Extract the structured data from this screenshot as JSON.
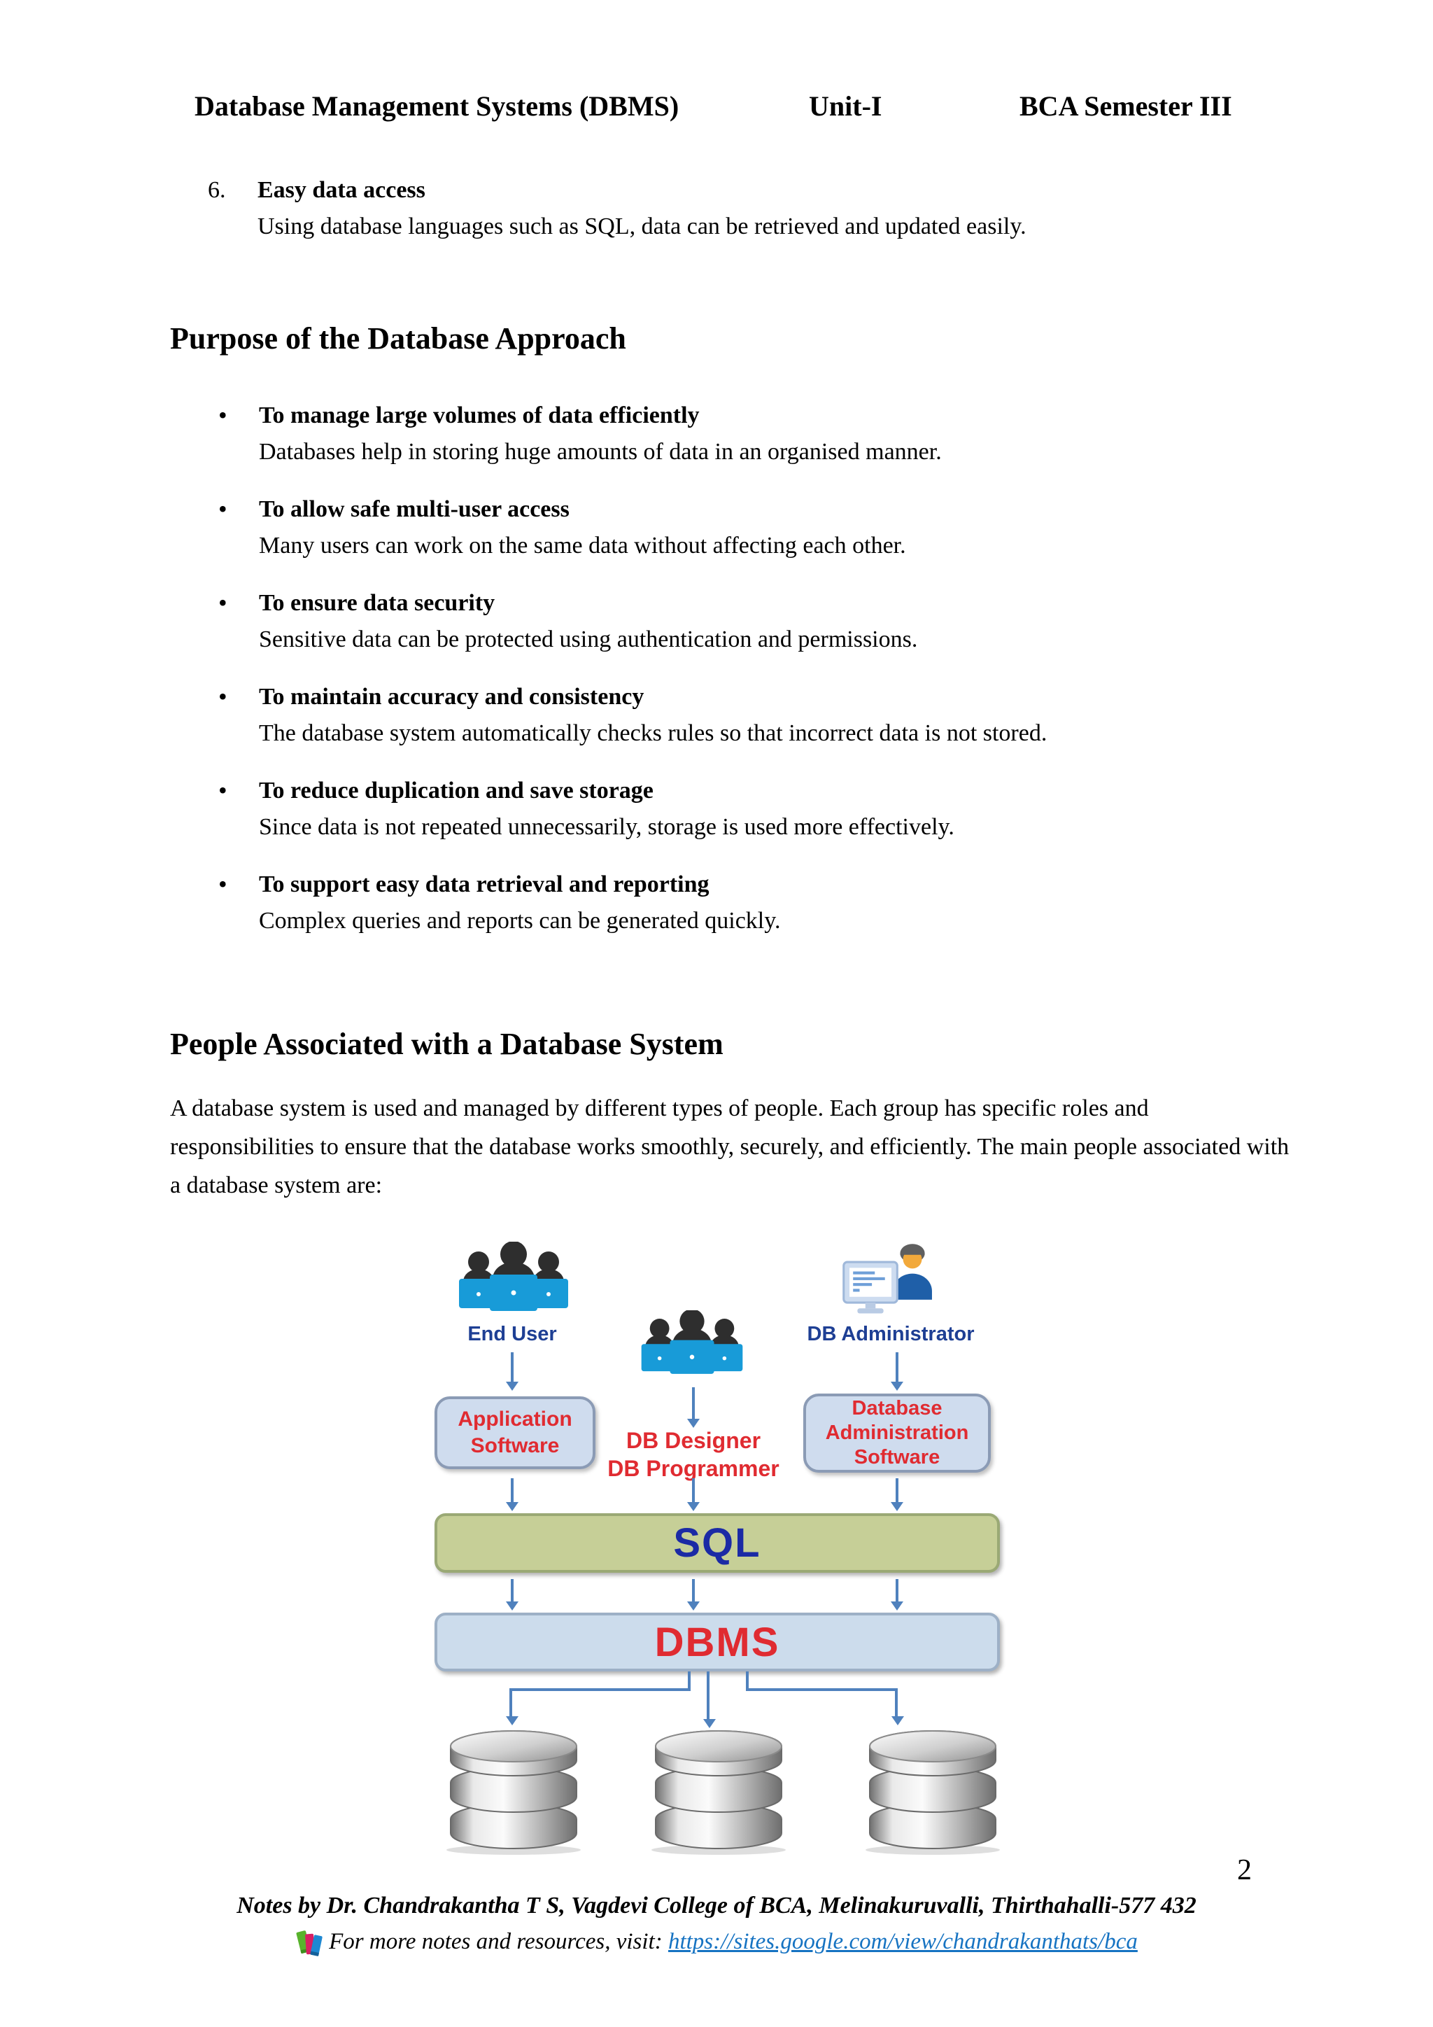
{
  "page": {
    "number": "2"
  },
  "header": {
    "title": "Database Management Systems (DBMS)",
    "unit": "Unit-I",
    "semester": "BCA Semester III"
  },
  "item6": {
    "number": "6.",
    "title": "Easy data access",
    "description": "Using database languages such as SQL, data can be retrieved and updated easily."
  },
  "purpose": {
    "heading": "Purpose of the Database Approach",
    "bullets": [
      {
        "title": "To manage large volumes of data efficiently",
        "description": "Databases help in storing huge amounts of data in an organised manner."
      },
      {
        "title": "To allow safe multi-user access",
        "description": "Many users can work on the same data without affecting each other."
      },
      {
        "title": "To ensure data security",
        "description": "Sensitive data can be protected using authentication and permissions."
      },
      {
        "title": "To maintain accuracy and consistency",
        "description": "The database system automatically checks rules so that incorrect data is not stored."
      },
      {
        "title": "To reduce duplication and save storage",
        "description": "Since data is not repeated unnecessarily, storage is used more effectively."
      },
      {
        "title": "To support easy data retrieval and reporting",
        "description": "Complex queries and reports can be generated quickly."
      }
    ]
  },
  "people": {
    "heading": "People Associated with a Database System",
    "paragraph": "A database system is used and managed by different types of people. Each group has specific roles and responsibilities to ensure that the database works smoothly, securely, and efficiently. The main people associated with a database system are:"
  },
  "diagram": {
    "end_user_label": "End User",
    "designer_label_line1": "DB Designer",
    "designer_label_line2": "DB Programmer",
    "db_admin_label": "DB Administrator",
    "app_software_box": "Application Software",
    "db_admin_software_box": "Database Administration Software",
    "sql_bar": "SQL",
    "dbms_bar": "DBMS",
    "colors": {
      "arrow": "#4f81bd",
      "box_fill": "#cfdcee",
      "box_border": "#8b9bb5",
      "red_text": "#e02b31",
      "blue_label": "#1e3f94",
      "sql_fill": "#c6cf97",
      "sql_text": "#1b2aa5",
      "dbms_fill": "#ccdcec",
      "laptop_blue": "#189bd8"
    }
  },
  "footer": {
    "notes_line": "Notes by Dr. Chandrakantha T S, Vagdevi College of BCA, Melinakuruvalli, Thirthahalli-577 432",
    "visit_prefix": "For more notes and resources, visit:",
    "link_text": "https://sites.google.com/view/chandrakanthats/bca"
  }
}
